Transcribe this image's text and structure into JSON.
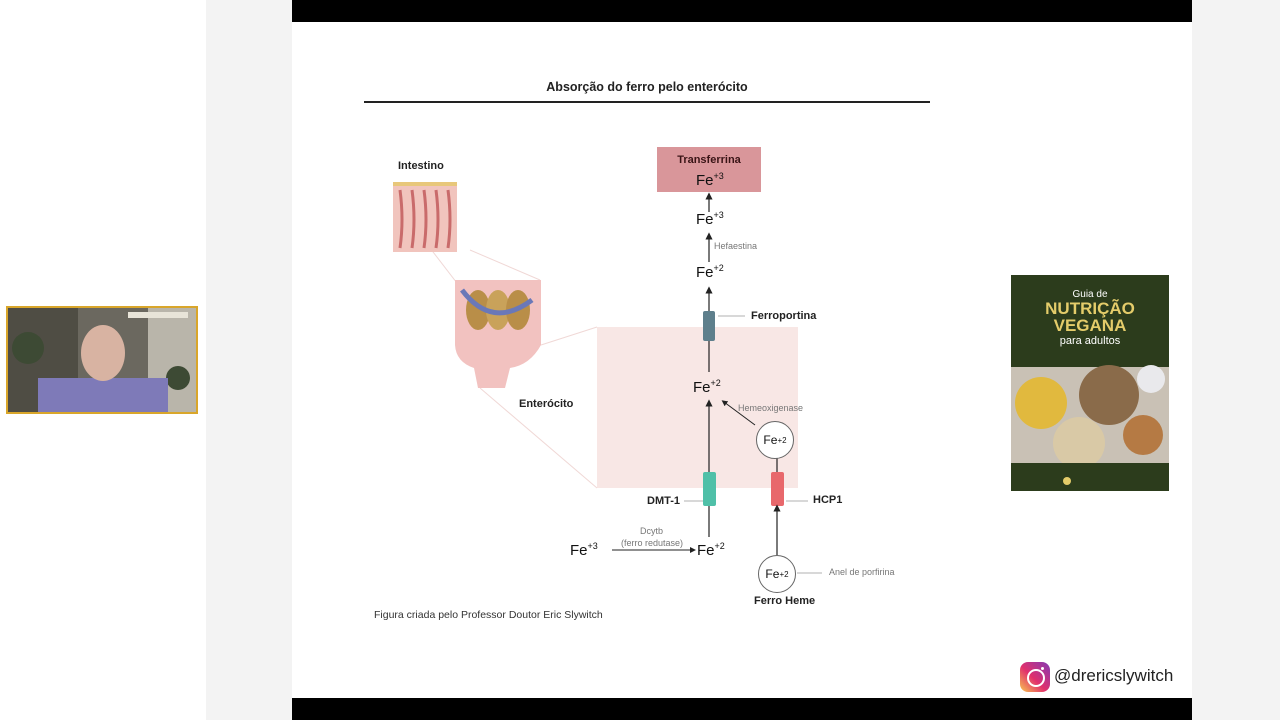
{
  "slide": {
    "title": "Absorção do ferro pelo enterócito",
    "caption": "Figura criada pelo Professor Doutor Eric Slywitch"
  },
  "diagram": {
    "intestine_label": "Intestino",
    "enterocyte_label": "Enterócito",
    "transferrin_label": "Transferrina",
    "fe3_base": "Fe",
    "fe3_charge": "+3",
    "fe2_charge": "+2",
    "hephaestin": "Hefaestina",
    "ferroportin": "Ferroportina",
    "heme_oxygenase": "Hemeoxigenase",
    "dmt1": "DMT-1",
    "hcp1": "HCP1",
    "dcytb_line1": "Dcytb",
    "dcytb_line2": "(ferro redutase)",
    "porphyrin_ring": "Anel de porfirina",
    "heme_iron": "Ferro Heme"
  },
  "book": {
    "line1": "Guia de",
    "line2": "NUTRIÇÃO",
    "line3": "VEGANA",
    "line4": "para adultos"
  },
  "social": {
    "handle": "@drericslywitch",
    "icon": "instagram-icon"
  },
  "colors": {
    "transferrin": "#d9969a",
    "ferroportin": "#5e7f8c",
    "dmt1": "#4fc0a8",
    "hcp1": "#e8686c",
    "enterocyte": "#f8e7e5",
    "webcam_border": "#d9a62a"
  }
}
